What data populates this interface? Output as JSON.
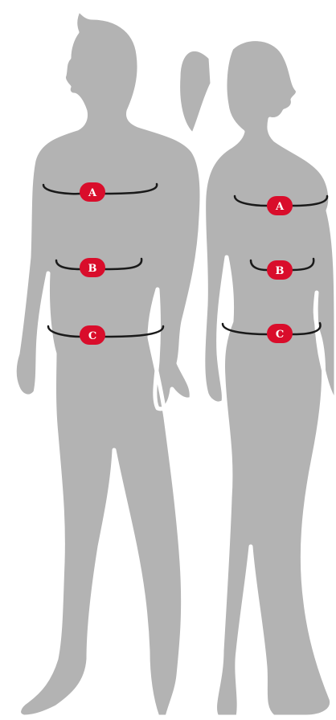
{
  "colors": {
    "background": "#ffffff",
    "silhouette": "#b3b3b3",
    "outline": "#ffffff",
    "measure_line": "#1a1a1a",
    "badge": "#d90d2b",
    "badge_text": "#ffffff"
  },
  "male": {
    "marker_a": "A",
    "marker_b": "B",
    "marker_c": "C"
  },
  "female": {
    "marker_a": "A",
    "marker_b": "B",
    "marker_c": "C"
  }
}
